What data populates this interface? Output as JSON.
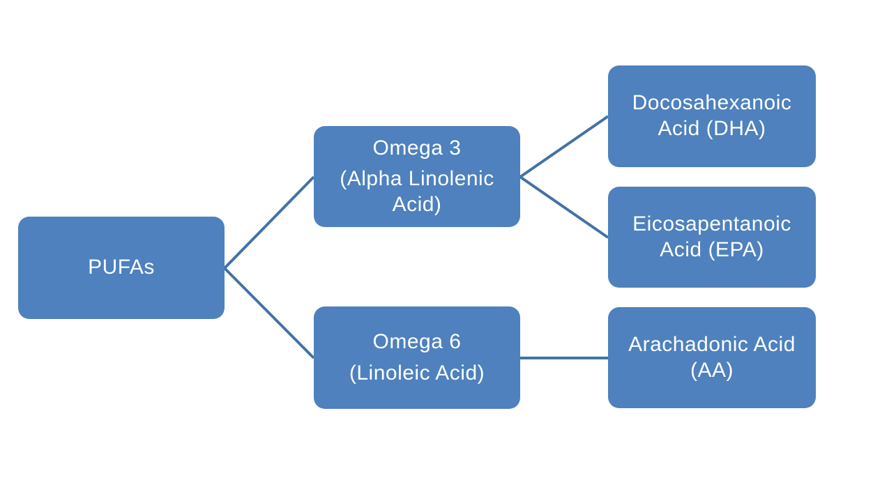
{
  "diagram": {
    "type": "hierarchy",
    "background_color": "#ffffff",
    "node_fill_color": "#4e81bd",
    "connector_color": "#4472a4",
    "text_color": "#ffffff",
    "nodes": {
      "pufas": {
        "title": "PUFAs"
      },
      "omega3": {
        "title": "Omega 3",
        "subtitle": "(Alpha Linolenic Acid)"
      },
      "omega6": {
        "title": "Omega 6",
        "subtitle": "(Linoleic Acid)"
      },
      "dha": {
        "title": "Docosahexanoic Acid (DHA)"
      },
      "epa": {
        "title": "Eicosapentanoic Acid (EPA)"
      },
      "aa": {
        "title": "Arachadonic Acid (AA)"
      }
    },
    "connections": [
      {
        "from": "pufas",
        "to": "omega3"
      },
      {
        "from": "pufas",
        "to": "omega6"
      },
      {
        "from": "omega3",
        "to": "dha"
      },
      {
        "from": "omega3",
        "to": "epa"
      },
      {
        "from": "omega6",
        "to": "aa"
      }
    ]
  }
}
